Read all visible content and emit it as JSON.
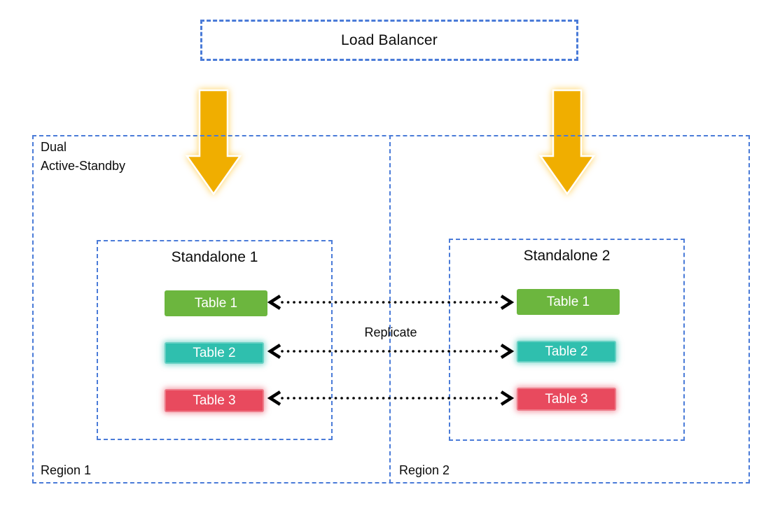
{
  "load_balancer": {
    "label": "Load Balancer"
  },
  "cluster_label": {
    "line1": "Dual",
    "line2": "Active-Standby"
  },
  "replicate_label": "Replicate",
  "regions": [
    {
      "label": "Region 1",
      "standalone": {
        "title": "Standalone 1",
        "tables": [
          {
            "label": "Table 1",
            "color": "#6cb63e"
          },
          {
            "label": "Table 2",
            "color": "#2fbfae"
          },
          {
            "label": "Table 3",
            "color": "#e84a5e"
          }
        ]
      }
    },
    {
      "label": "Region 2",
      "standalone": {
        "title": "Standalone 2",
        "tables": [
          {
            "label": "Table 1",
            "color": "#6cb63e"
          },
          {
            "label": "Table 2",
            "color": "#2fbfae"
          },
          {
            "label": "Table 3",
            "color": "#e84a5e"
          }
        ]
      }
    }
  ],
  "colors": {
    "dashed_border_blue": "#4a7bd8",
    "arrow_gold": "#f0ae00",
    "table_green": "#6cb63e",
    "table_teal": "#2fbfae",
    "table_red": "#e84a5e",
    "replicate_line": "#000000",
    "text": "#0b0b0b"
  }
}
